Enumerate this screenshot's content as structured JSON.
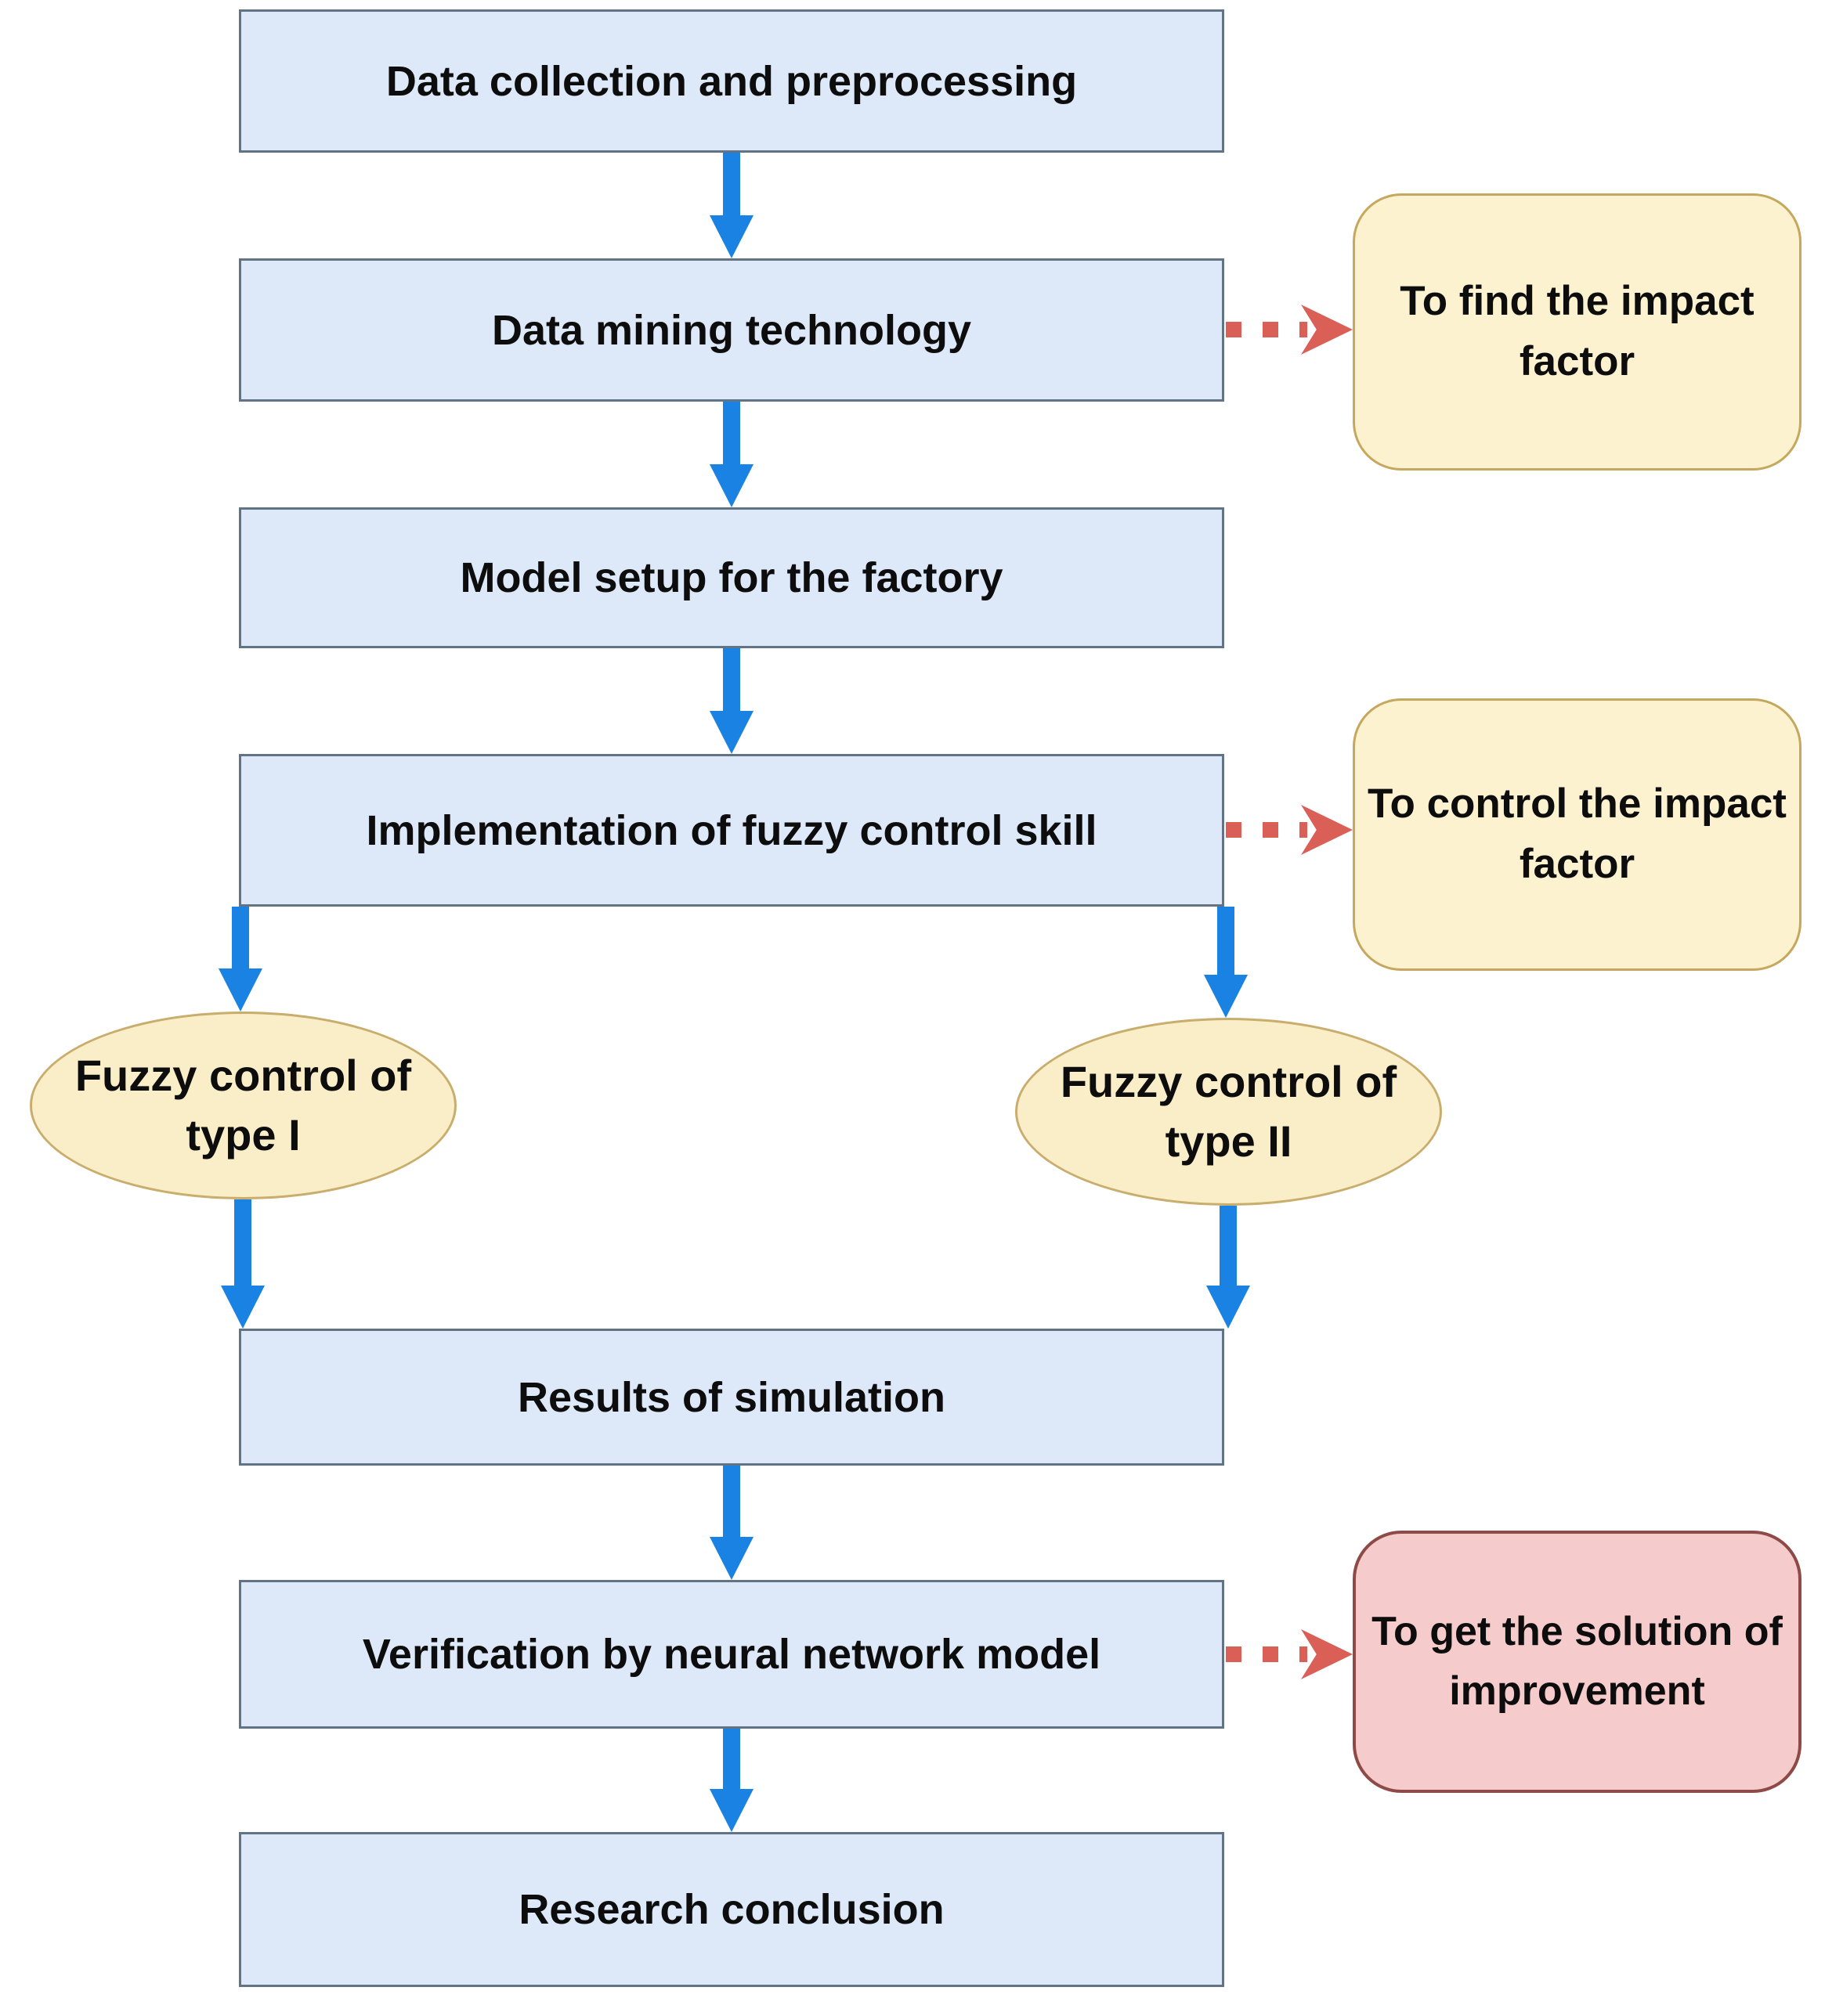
{
  "colors": {
    "canvas_bg": "#ffffff",
    "process_fill": "#dde8f8",
    "process_border": "#627386",
    "ellipse_fill": "#faeec8",
    "ellipse_border": "#c9ad6d",
    "note_fill": "#fcf2cf",
    "note_border": "#c5a75e",
    "alert_fill": "#f5cccb",
    "alert_border": "#8e4a47",
    "flow_arrow": "#1a82e2",
    "note_arrow": "#d95f57",
    "text_color": "#0d0d0d"
  },
  "nodes": {
    "data_collection": {
      "label": "Data collection and preprocessing",
      "type": "process"
    },
    "data_mining": {
      "label": "Data mining technology",
      "type": "process"
    },
    "model_setup": {
      "label": "Model setup for the factory",
      "type": "process"
    },
    "fuzzy_implementation": {
      "label": "Implementation of fuzzy control skill",
      "type": "process"
    },
    "fuzzy_type_1": {
      "label": "Fuzzy control of type I",
      "type": "ellipse"
    },
    "fuzzy_type_2": {
      "label": "Fuzzy control of type II",
      "type": "ellipse"
    },
    "results_simulation": {
      "label": "Results of simulation",
      "type": "process"
    },
    "verification": {
      "label": "Verification by neural network model",
      "type": "process"
    },
    "research_conclusion": {
      "label": "Research conclusion",
      "type": "process"
    },
    "note_find_impact": {
      "label": "To find the impact factor",
      "type": "note"
    },
    "note_control_impact": {
      "label": "To control the impact factor",
      "type": "note"
    },
    "note_solution": {
      "label": "To get the solution of improvement",
      "type": "alert-note"
    }
  },
  "connections": [
    {
      "from": "data_collection",
      "to": "data_mining",
      "style": "solid-blue-arrow"
    },
    {
      "from": "data_mining",
      "to": "note_find_impact",
      "style": "dashed-red-arrow"
    },
    {
      "from": "data_mining",
      "to": "model_setup",
      "style": "solid-blue-arrow"
    },
    {
      "from": "model_setup",
      "to": "fuzzy_implementation",
      "style": "solid-blue-arrow"
    },
    {
      "from": "fuzzy_implementation",
      "to": "note_control_impact",
      "style": "dashed-red-arrow"
    },
    {
      "from": "fuzzy_implementation",
      "to": "fuzzy_type_1",
      "style": "solid-blue-arrow"
    },
    {
      "from": "fuzzy_implementation",
      "to": "fuzzy_type_2",
      "style": "solid-blue-arrow"
    },
    {
      "from": "fuzzy_type_1",
      "to": "results_simulation",
      "style": "solid-blue-arrow"
    },
    {
      "from": "fuzzy_type_2",
      "to": "results_simulation",
      "style": "solid-blue-arrow"
    },
    {
      "from": "results_simulation",
      "to": "verification",
      "style": "solid-blue-arrow"
    },
    {
      "from": "verification",
      "to": "note_solution",
      "style": "dashed-red-arrow"
    },
    {
      "from": "verification",
      "to": "research_conclusion",
      "style": "solid-blue-arrow"
    }
  ]
}
